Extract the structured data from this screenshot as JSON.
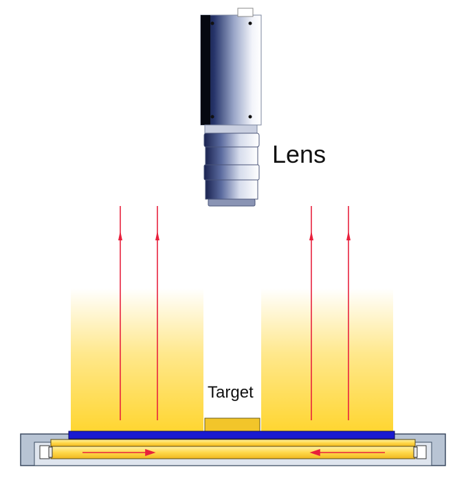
{
  "labels": {
    "lens": "Lens",
    "target": "Target"
  },
  "colors": {
    "light_glow": "#ffd52e",
    "ray": "#e8203c",
    "diffuser": "#1a1ad0",
    "light_guide": "#ffe066",
    "housing": "#b8c4d4",
    "target": "#f2c52a"
  },
  "diagram": {
    "components": [
      "camera-body",
      "lens",
      "light-rays",
      "target",
      "diffuser-plate",
      "light-guide",
      "housing",
      "led-left",
      "led-right"
    ],
    "ray_direction": "up",
    "light_guide_flow": "inward"
  }
}
